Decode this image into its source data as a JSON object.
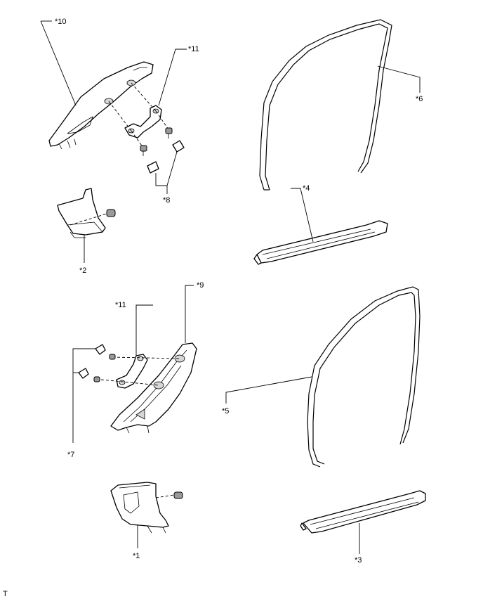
{
  "callouts": {
    "c10": "*10",
    "c11_upper": "*11",
    "c8": "*8",
    "c2": "*2",
    "c6": "*6",
    "c4": "*4",
    "c9": "*9",
    "c11_lower": "*11",
    "c7": "*7",
    "c5": "*5",
    "c1": "*1",
    "c3": "*3"
  },
  "corner_mark": "T"
}
